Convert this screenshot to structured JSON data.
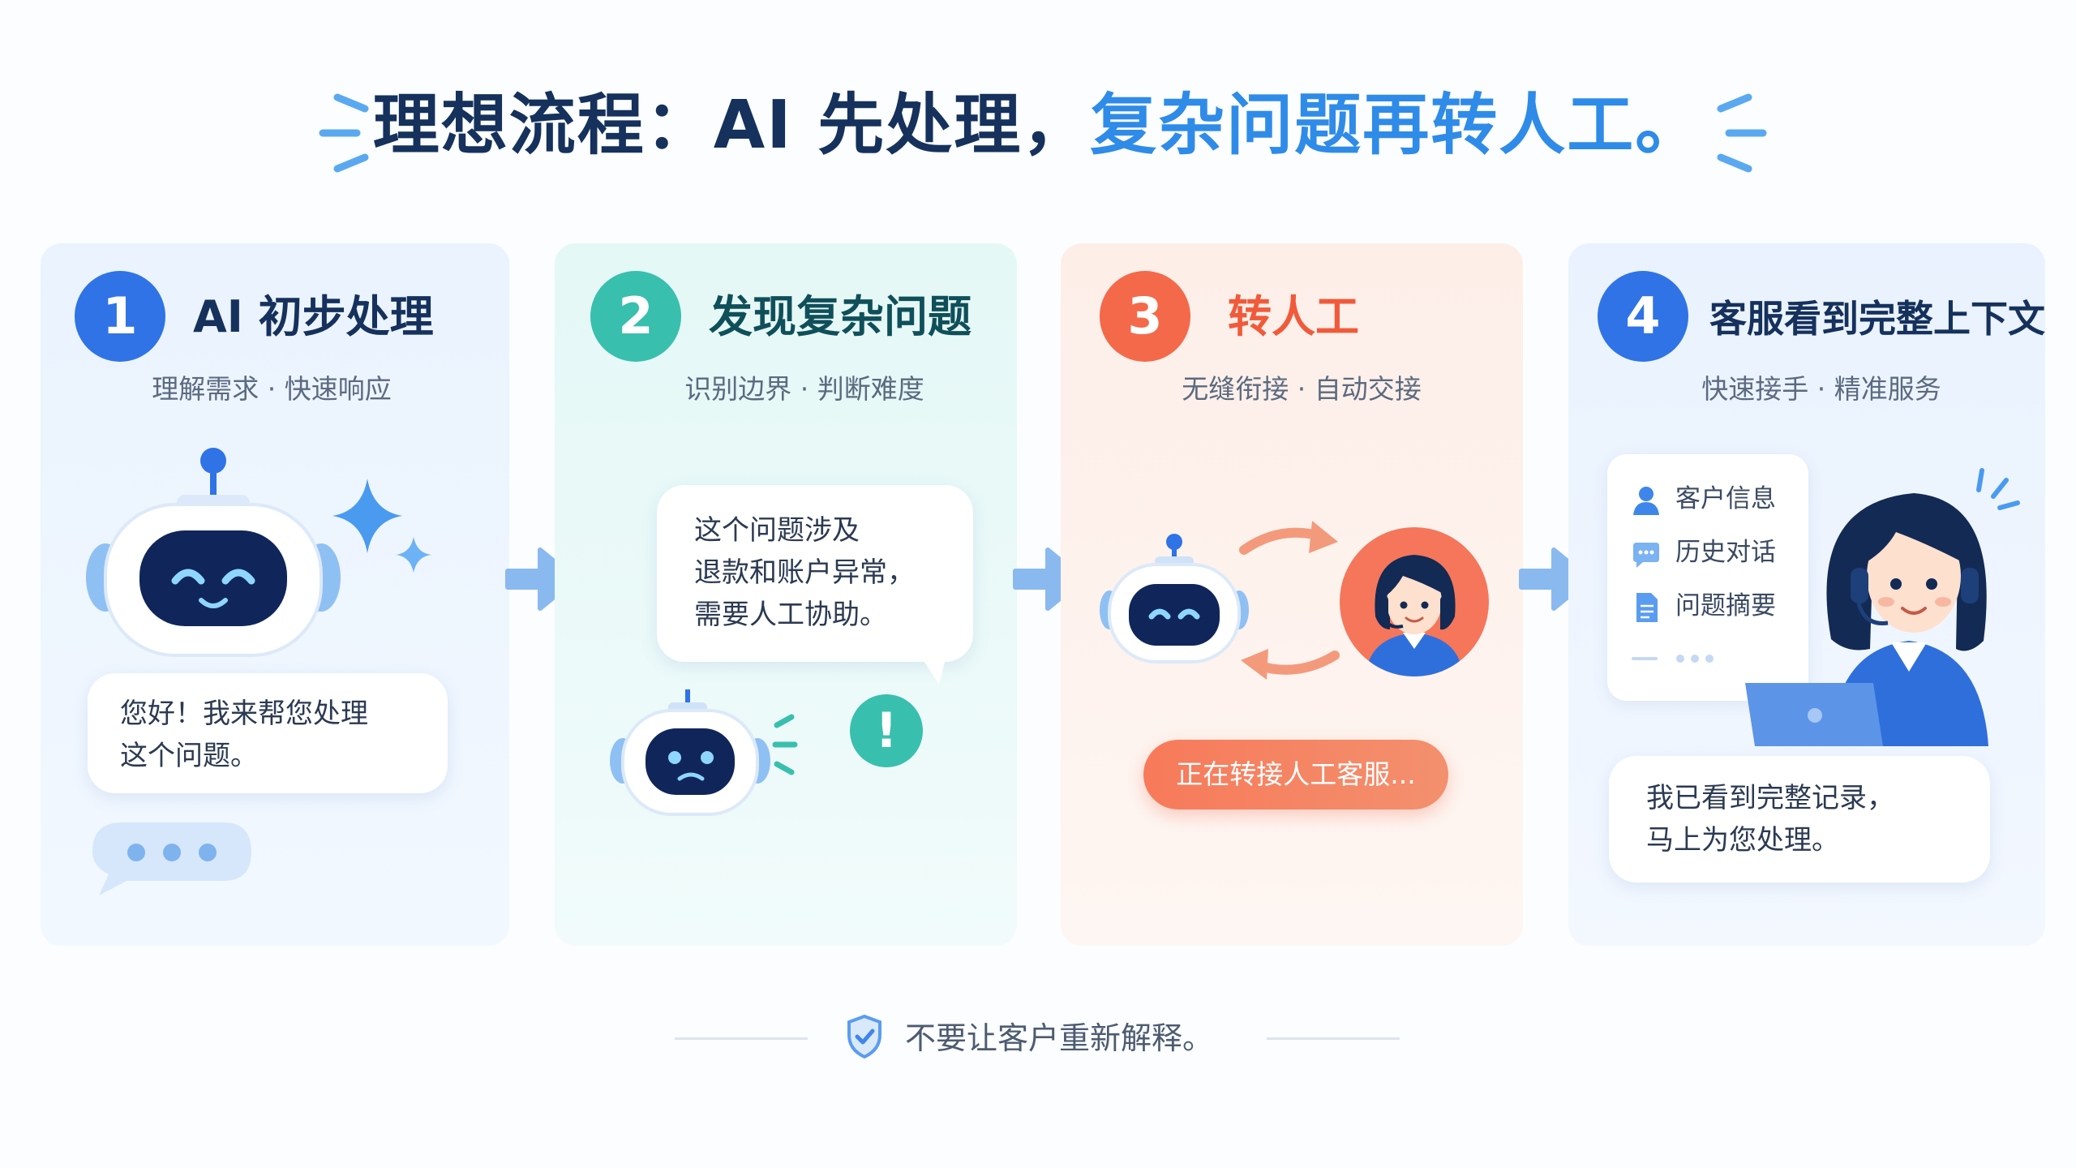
{
  "title": {
    "part_a": "理想流程：AI 先处理，",
    "part_b": "复杂问题再转人工。"
  },
  "colors": {
    "blue": "#2f73e6",
    "teal": "#39bfae",
    "coral": "#f4694a",
    "navy": "#15315c",
    "accent_blue": "#2f8be8"
  },
  "steps": [
    {
      "number": "1",
      "title": "AI 初步处理",
      "subtitle": "理解需求 · 快速响应"
    },
    {
      "number": "2",
      "title": "发现复杂问题",
      "subtitle": "识别边界 · 判断难度"
    },
    {
      "number": "3",
      "title": "转人工",
      "subtitle": "无缝衔接 · 自动交接"
    },
    {
      "number": "4",
      "title": "客服看到完整上下文",
      "subtitle": "快速接手 · 精准服务"
    }
  ],
  "step1": {
    "bubble": [
      "您好！我来帮您处理",
      "这个问题。"
    ]
  },
  "step2": {
    "bubble": [
      "这个问题涉及",
      "退款和账户异常，",
      "需要人工协助。"
    ],
    "alert": "!"
  },
  "step3": {
    "status": "正在转接人工客服..."
  },
  "step4": {
    "info_items": [
      {
        "icon": "user-icon",
        "label": "客户信息"
      },
      {
        "icon": "chat-icon",
        "label": "历史对话"
      },
      {
        "icon": "document-icon",
        "label": "问题摘要"
      }
    ],
    "bubble": [
      "我已看到完整记录，",
      "马上为您处理。"
    ]
  },
  "footer": {
    "text": "不要让客户重新解释。"
  }
}
